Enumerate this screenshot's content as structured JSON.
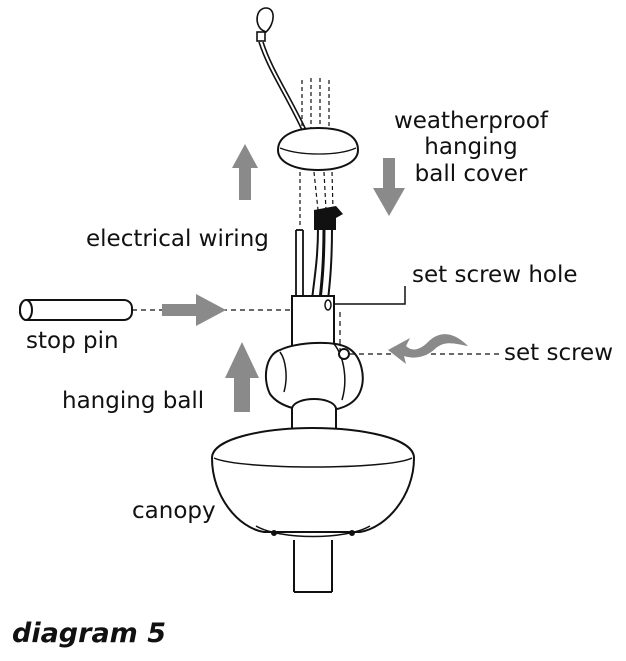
{
  "labels": {
    "cover": [
      "weatherproof",
      "hanging",
      "ball cover"
    ],
    "wiring": "electrical wiring",
    "screw_hole": "set screw hole",
    "stop_pin": "stop pin",
    "set_screw": "set screw",
    "hanging_ball": "hanging ball",
    "canopy": "canopy"
  },
  "caption": "diagram 5",
  "colors": {
    "line": "#111111",
    "arrow": "#8a8a8a"
  }
}
